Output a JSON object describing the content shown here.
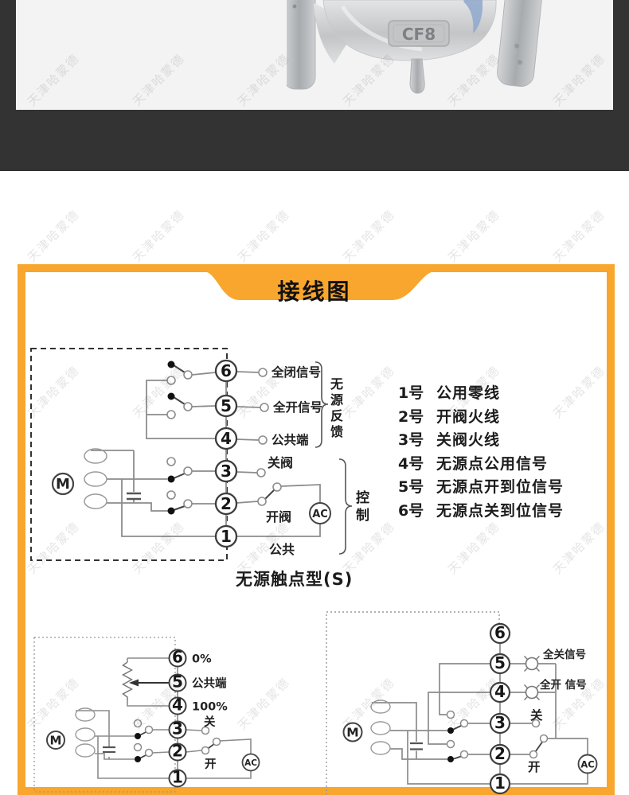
{
  "theme": {
    "accent_orange": "#F8A62D",
    "frame_dark": "#333333",
    "photo_bg": "#F3F3F3",
    "wire_gray": "#8C8C8C"
  },
  "watermark": {
    "text": "天津哈蒙德"
  },
  "hero": {
    "material_mark": "CF8"
  },
  "wiring": {
    "title": "接线图",
    "terminal_notes": [
      {
        "num": "1号",
        "desc": "公用零线"
      },
      {
        "num": "2号",
        "desc": "开阀火线"
      },
      {
        "num": "3号",
        "desc": "关阀火线"
      },
      {
        "num": "4号",
        "desc": "无源点公用信号"
      },
      {
        "num": "5号",
        "desc": "无源点开到位信号"
      },
      {
        "num": "6号",
        "desc": "无源点关到位信号"
      }
    ],
    "caption": "无源触点型(S)",
    "passive": {
      "motor": "M",
      "power": "AC",
      "terminals": [
        "6",
        "5",
        "4",
        "3",
        "2",
        "1"
      ],
      "label_6": "全闭信号",
      "label_5": "全开信号",
      "label_4": "公共端",
      "label_3": "关阀",
      "label_2": "开阀",
      "label_1": "公共",
      "brace_feedback": "无源反馈",
      "brace_control": "控制"
    },
    "potentiometer": {
      "motor": "M",
      "power": "AC",
      "terminals": [
        "6",
        "5",
        "4",
        "3",
        "2",
        "1"
      ],
      "label_6": "0%",
      "label_5": "公共端",
      "label_4": "100%",
      "label_3": "关",
      "label_2": "开"
    },
    "active": {
      "motor": "M",
      "power": "AC",
      "terminals": [
        "6",
        "5",
        "4",
        "3",
        "2",
        "1"
      ],
      "label_5": "全关信号",
      "label_4": "全开 信号",
      "label_3": "关",
      "label_2": "开"
    }
  }
}
